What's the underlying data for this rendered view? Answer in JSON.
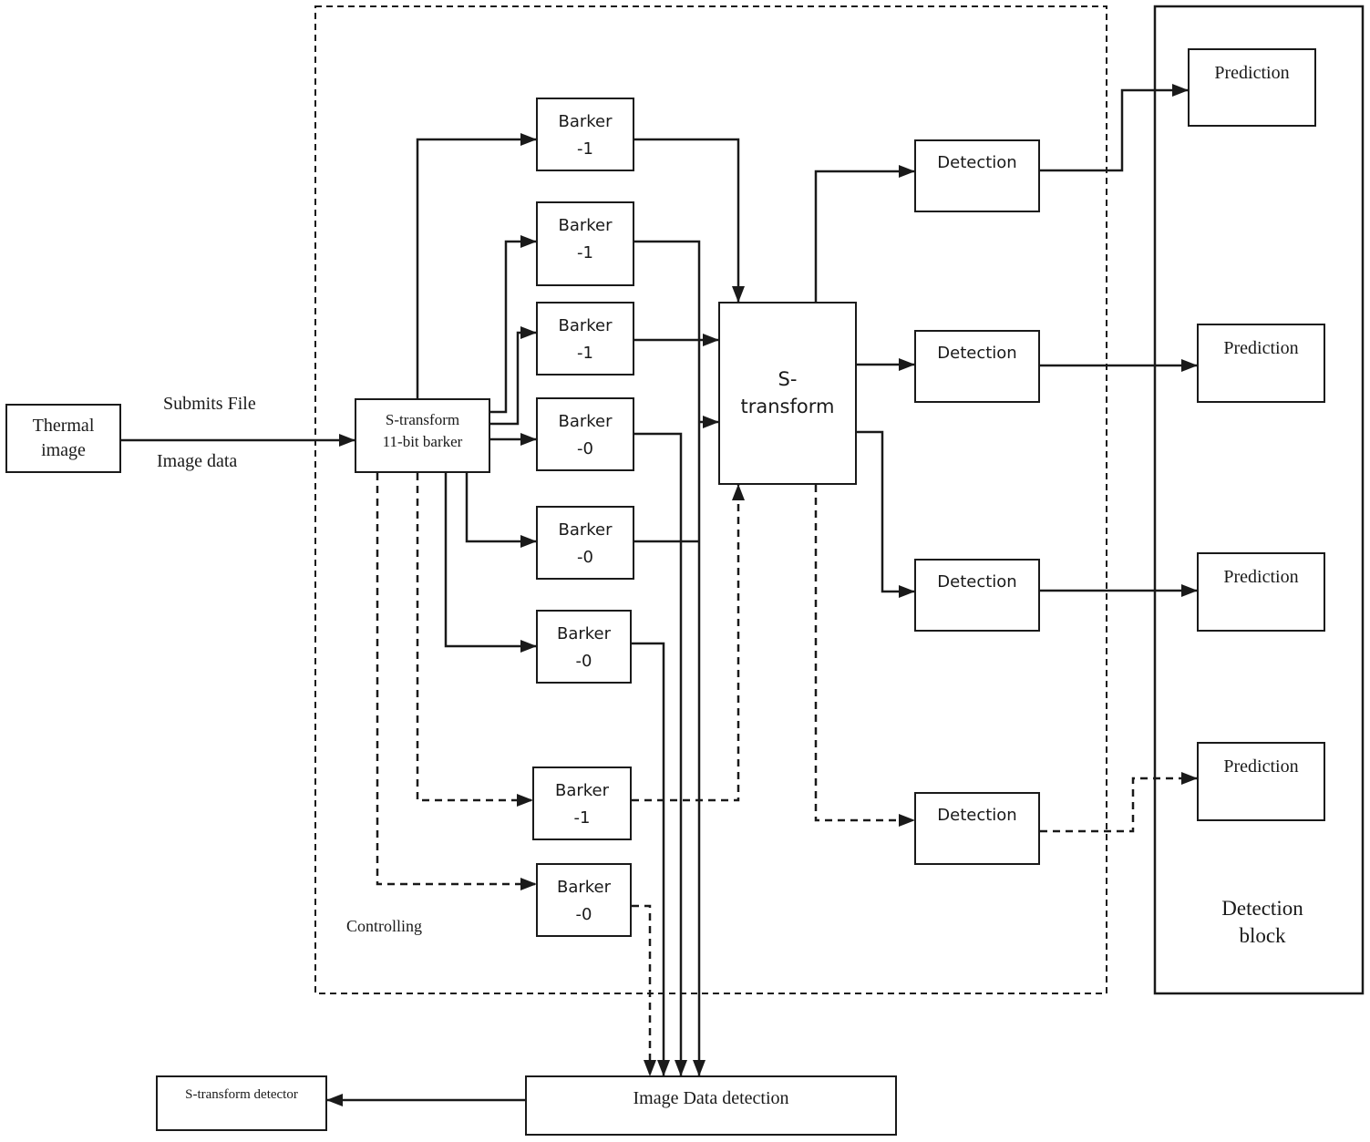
{
  "nodes": {
    "thermal_image": {
      "line1": "Thermal",
      "line2": "image"
    },
    "s_transform_barker": {
      "line1": "S-transform",
      "line2": "11-bit barker"
    },
    "barker_1": {
      "line1": "Barker",
      "line2": "-1"
    },
    "barker_2": {
      "line1": "Barker",
      "line2": "-1"
    },
    "barker_3": {
      "line1": "Barker",
      "line2": "-1"
    },
    "barker_4": {
      "line1": "Barker",
      "line2": "-0"
    },
    "barker_5": {
      "line1": "Barker",
      "line2": "-0"
    },
    "barker_6": {
      "line1": "Barker",
      "line2": "-0"
    },
    "barker_7": {
      "line1": "Barker",
      "line2": "-1"
    },
    "barker_8": {
      "line1": "Barker",
      "line2": "-0"
    },
    "s_transform": {
      "line1": "S-",
      "line2": "transform"
    },
    "detection_1": "Detection",
    "detection_2": "Detection",
    "detection_3": "Detection",
    "detection_4": "Detection",
    "prediction_1": "Prediction",
    "prediction_2": "Prediction",
    "prediction_3": "Prediction",
    "prediction_4": "Prediction",
    "image_data_detection": "Image Data detection",
    "s_transform_detector": "S-transform detector"
  },
  "labels": {
    "submits_file": "Submits File",
    "image_data": "Image data",
    "controlling": "Controlling",
    "detection_block": {
      "line1": "Detection",
      "line2": "block"
    }
  },
  "colors": {
    "stroke": "#1a1a1a",
    "background": "#ffffff"
  }
}
